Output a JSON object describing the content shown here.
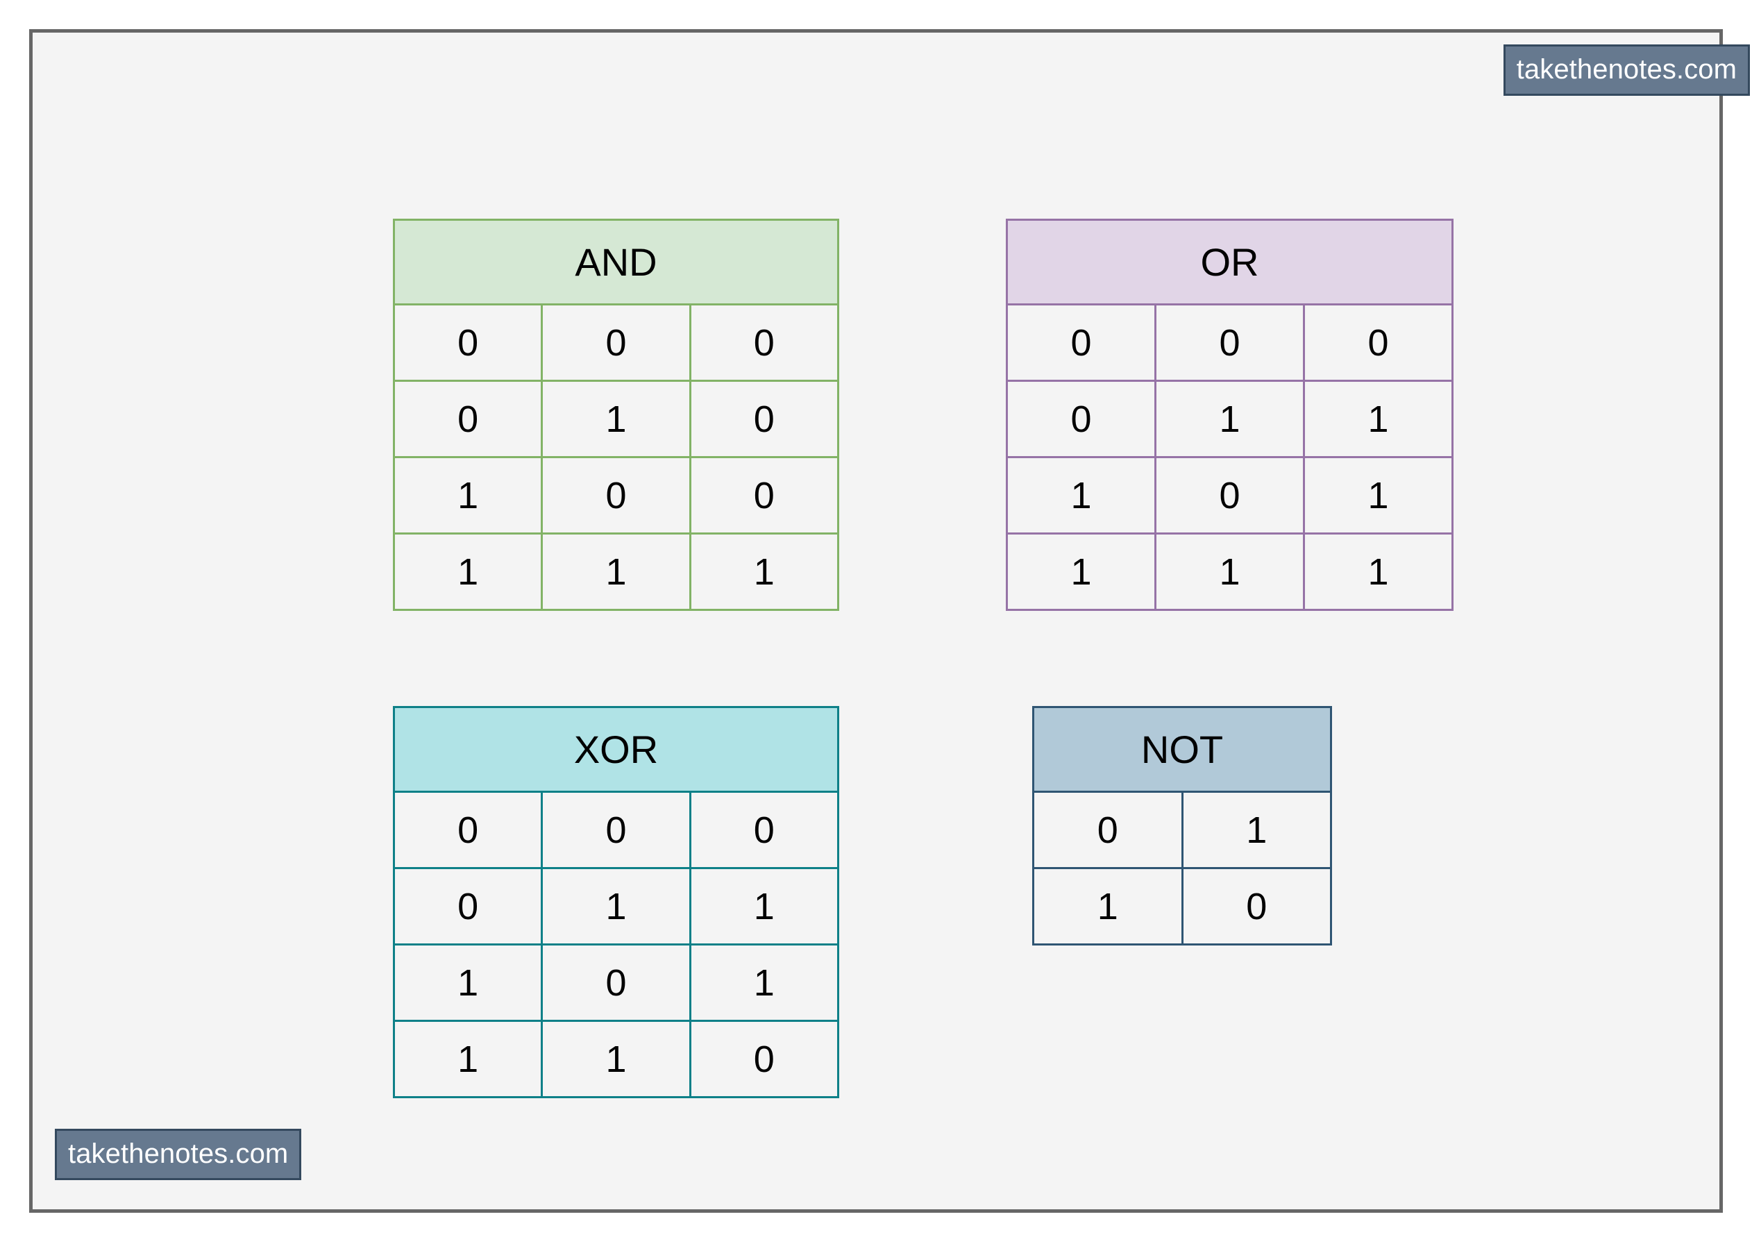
{
  "page": {
    "background_color": "#f4f4f4",
    "outer_background_color": "#ffffff",
    "border_color": "#666666"
  },
  "watermarks": {
    "top_right": "takethenotes.com",
    "bottom_left": "takethenotes.com",
    "background_color": "#66798f",
    "border_color": "#34495e",
    "text_color": "#ffffff"
  },
  "tables": {
    "and": {
      "title": "AND",
      "header_fill": "#d5e8d4",
      "border_color": "#82b366",
      "columns": 3,
      "rows": [
        [
          "0",
          "0",
          "0"
        ],
        [
          "0",
          "1",
          "0"
        ],
        [
          "1",
          "0",
          "0"
        ],
        [
          "1",
          "1",
          "1"
        ]
      ]
    },
    "or": {
      "title": "OR",
      "header_fill": "#e1d5e7",
      "border_color": "#9673a6",
      "columns": 3,
      "rows": [
        [
          "0",
          "0",
          "0"
        ],
        [
          "0",
          "1",
          "1"
        ],
        [
          "1",
          "0",
          "1"
        ],
        [
          "1",
          "1",
          "1"
        ]
      ]
    },
    "xor": {
      "title": "XOR",
      "header_fill": "#b0e3e6",
      "border_color": "#0e8088",
      "columns": 3,
      "rows": [
        [
          "0",
          "0",
          "0"
        ],
        [
          "0",
          "1",
          "1"
        ],
        [
          "1",
          "0",
          "1"
        ],
        [
          "1",
          "1",
          "0"
        ]
      ]
    },
    "not": {
      "title": "NOT",
      "header_fill": "#b1c9d8",
      "border_color": "#2f5573",
      "columns": 2,
      "rows": [
        [
          "0",
          "1"
        ],
        [
          "1",
          "0"
        ]
      ]
    }
  }
}
